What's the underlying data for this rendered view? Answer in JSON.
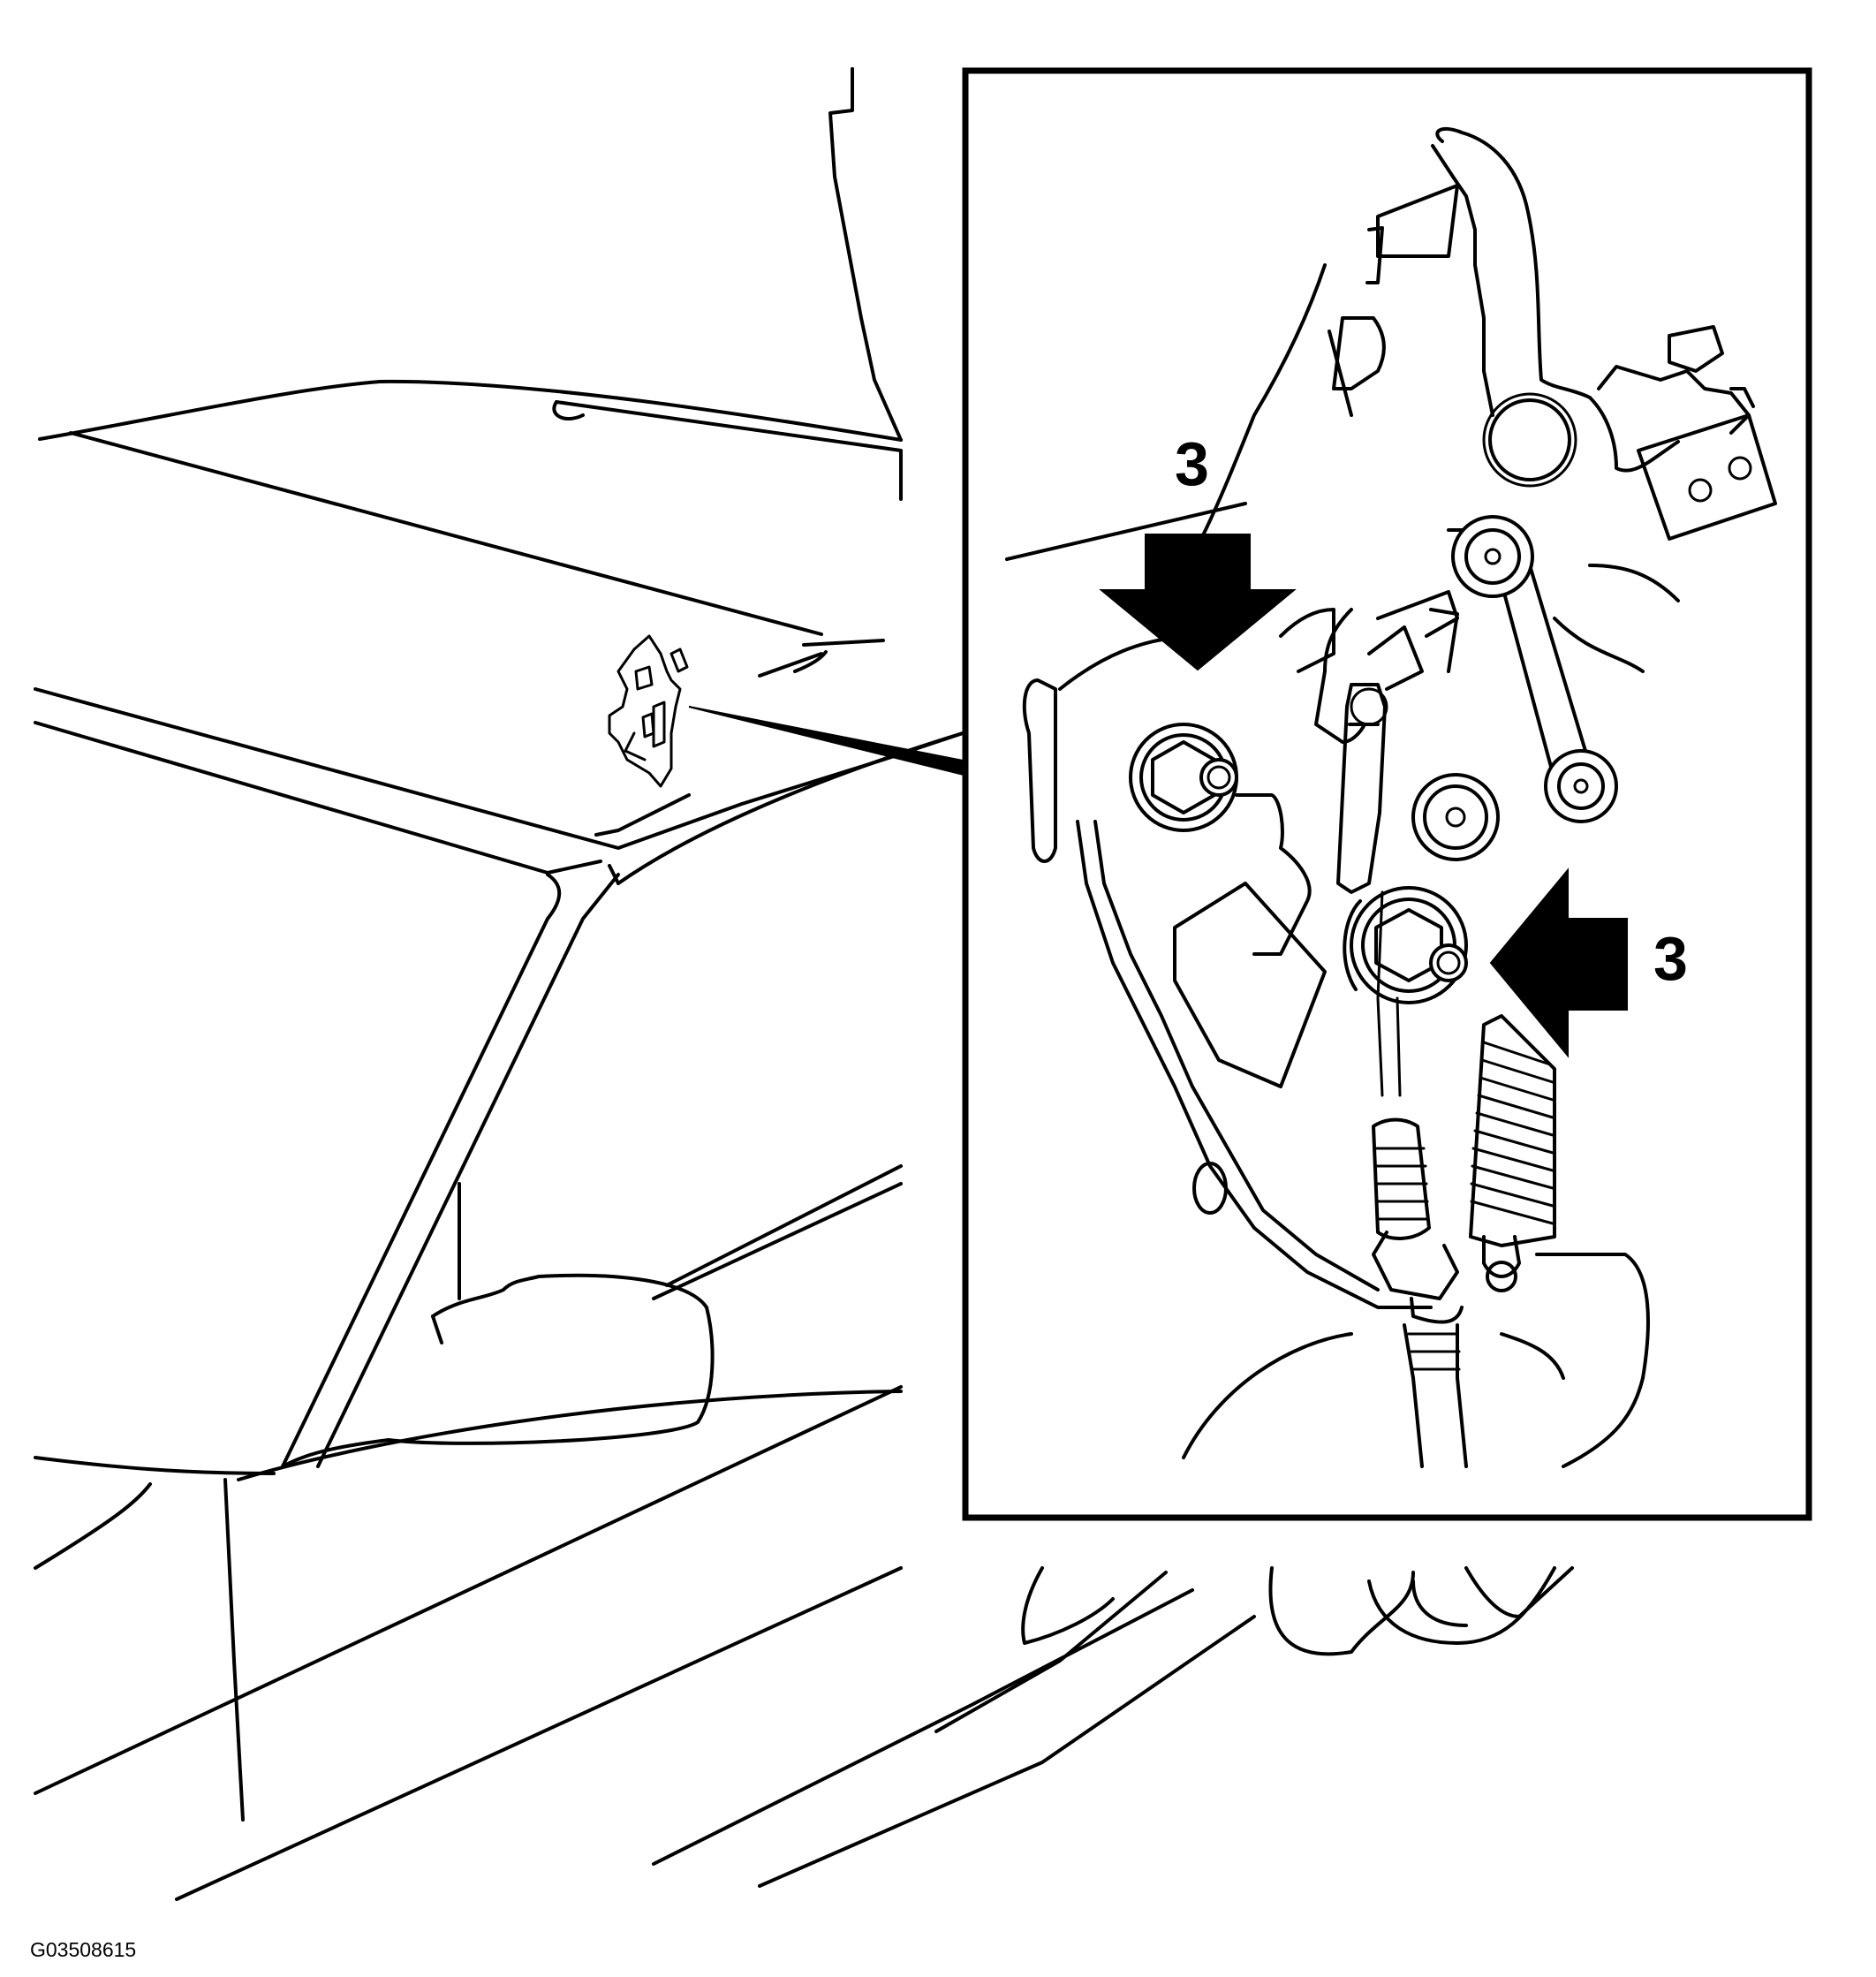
{
  "figure": {
    "callouts": [
      {
        "label": "3",
        "name": "callout-3-upper"
      },
      {
        "label": "3",
        "name": "callout-3-lower"
      }
    ],
    "figure_id": "G03508615"
  },
  "colors": {
    "line": "#000000",
    "background": "#ffffff"
  }
}
